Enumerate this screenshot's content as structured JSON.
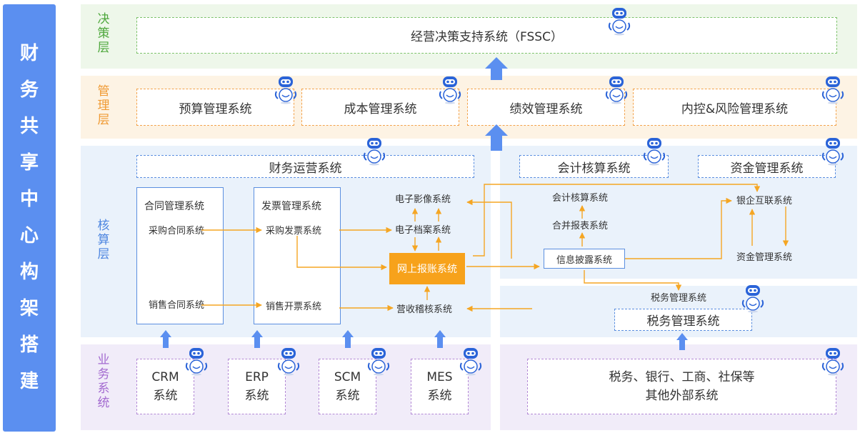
{
  "side_title": [
    "财",
    "务",
    "共",
    "享",
    "中",
    "心",
    "构",
    "架",
    "搭",
    "建"
  ],
  "layers": {
    "decision": {
      "label": [
        "决",
        "策",
        "层"
      ],
      "color": "#4fa83d"
    },
    "management": {
      "label": [
        "管",
        "理",
        "层"
      ],
      "color": "#f09a33"
    },
    "accounting": {
      "label": [
        "核",
        "算",
        "层"
      ],
      "color": "#4e86e0"
    },
    "business": {
      "label": [
        "业",
        "务",
        "系",
        "统"
      ],
      "color": "#a36ad0"
    }
  },
  "decision": {
    "fssc": "经营决策支持系统（FSSC）"
  },
  "management": {
    "budget": "预算管理系统",
    "cost": "成本管理系统",
    "performance": "绩效管理系统",
    "risk": "内控&风险管理系统"
  },
  "accounting": {
    "ops_header": "财务运营系统",
    "acct_header": "会计核算系统",
    "fund_header": "资金管理系统",
    "contract": {
      "title": "合同管理系统",
      "purchase": "采购合同系统",
      "sales": "销售合同系统"
    },
    "invoice": {
      "title": "发票管理系统",
      "purchase": "采购发票系统",
      "sales": "销售开票系统"
    },
    "image": "电子影像系统",
    "archive": "电子档案系统",
    "reimburse": "网上报账系统",
    "revenue": "营收稽核系统",
    "acct_calc": "会计核算系统",
    "consolidation": "合并报表系统",
    "disclosure": "信息披露系统",
    "bank": "银企互联系统",
    "fund": "资金管理系统",
    "tax_small": "税务管理系统",
    "tax_box": "税务管理系统"
  },
  "business": {
    "crm": [
      "CRM",
      "系统"
    ],
    "erp": [
      "ERP",
      "系统"
    ],
    "scm": [
      "SCM",
      "系统"
    ],
    "mes": [
      "MES",
      "系统"
    ],
    "external": [
      "税务、银行、工商、社保等",
      "其他外部系统"
    ]
  },
  "colors": {
    "arrow": "#f5a623",
    "up_arrow": "#5b8ff0",
    "reimburse_bg": "#f7a21b"
  },
  "icons": [
    "robot-icon"
  ]
}
